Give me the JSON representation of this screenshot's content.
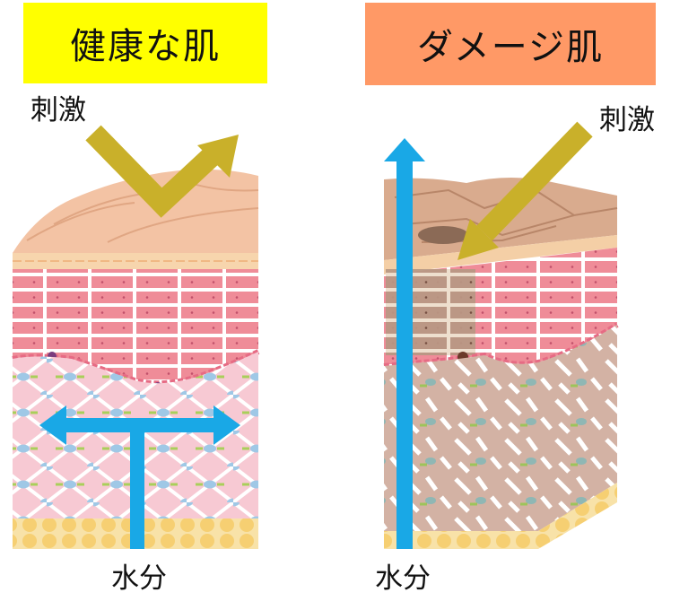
{
  "colors": {
    "healthy_title_bg": "#ffff00",
    "damaged_title_bg": "#ff9966",
    "stimulus_arrow": "#c9b02a",
    "water_arrow": "#19a8e6",
    "stratum_corneum_healthy": "#f2c2a3",
    "stratum_corneum_damaged": "#d8a98c",
    "epidermis_cells": "#ef8c98",
    "dermis_healthy": "#f6c4cf",
    "dermis_damaged": "#d4b0a2",
    "fat_layer": "#f6d27a"
  },
  "panels": {
    "healthy": {
      "title": "健康な肌",
      "stimulus_label": "刺激",
      "water_label": "水分"
    },
    "damaged": {
      "title": "ダメージ肌",
      "stimulus_label": "刺激",
      "water_label": "水分"
    }
  },
  "icons": [
    "stimulus-bounce-arrow",
    "stimulus-penetrate-arrow",
    "water-retained-arrow",
    "water-escape-arrow"
  ]
}
